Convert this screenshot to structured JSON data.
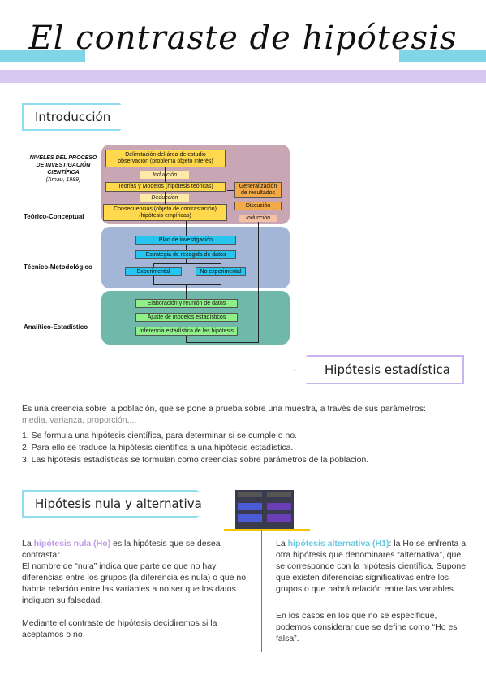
{
  "title": "El contraste de hipótesis",
  "sections": {
    "intro": "Introducción",
    "stat": "Hipótesis estadística",
    "null_alt": "Hipótesis nula y alternativa"
  },
  "diagram": {
    "heading_lines": [
      "NIVELES DEL PROCESO",
      "DE INVESTIGACIÓN",
      "CIENTÍFICA"
    ],
    "heading_sub": "(Arnau, 1989)",
    "levels": [
      "Teórico-Conceptual",
      "Técnico-Metodológico",
      "Analítico-Estadístico"
    ],
    "delimitacion": [
      "Delimitación del área de estudio",
      "observación (problema objeto interés)"
    ],
    "induccion": "Inducción",
    "teorias": "Teorías y Modelos (hipótesis teóricas)",
    "deduccion": "Deducción",
    "consecuencias": [
      "Consecuencias (objeto de contrastación)",
      "(hipótesis empíricas)"
    ],
    "generalizacion": [
      "Generalización",
      "de resultados"
    ],
    "discusion": "Discusión",
    "induccion2": "Inducción",
    "plan": "Plan de investigación",
    "estrategia": "Estrategia de recogida de datos",
    "experimental": "Experimental",
    "no_experimental": "No experimental",
    "elaboracion": "Elaboración y reunión de datos",
    "ajuste": "Ajuste de modelos estadísticos",
    "inferencia": "Inferencia estadística de las hipótesis"
  },
  "stat_text": {
    "definition": "Es una creencia sobre la población, que se pone a prueba sobre una muestra, a través de sus parámetros:",
    "params": "media, varianza, proporción,...",
    "steps": [
      "1. Se formula una hipótesis científica, para determinar si se cumple o no.",
      "2. Para ello se traduce la hipótesis científica a una hipótesis estadística.",
      "3. Las hipótesis estadísticas se formulan como creencias sobre parámetros de la poblacion."
    ]
  },
  "null": {
    "prefix": "La ",
    "term": "hipótesis nula (Ho)",
    "rest": " es la hipótesis que se desea contrastar.",
    "p2": "El nombre de “nula” indica que parte de que no hay diferencias entre los grupos (la diferencia es nula) o que no habría relación entre las variables a no ser que los datos indiquen su falsedad.",
    "p3": "Mediante el contraste de hipótesis decidiremos si la aceptamos o no."
  },
  "alt": {
    "prefix": "La ",
    "term": "hipótesis alternativa (H1)",
    "rest": ": la Ho se enfrenta a otra hipótesis que denominares “alternativa”, que se corresponde con la hipótesis científica. Supone que existen diferencias significativas entre los grupos o que habrá relación entre las variables.",
    "p2": "En los casos en los que no se especifique, podemos considerar que se define como “Ho es falsa”."
  },
  "colors": {
    "cyan": "#7fd6e8",
    "lilac": "#d6c8f0",
    "null_accent": "#c19ce6",
    "alt_accent": "#6cc8e0"
  }
}
